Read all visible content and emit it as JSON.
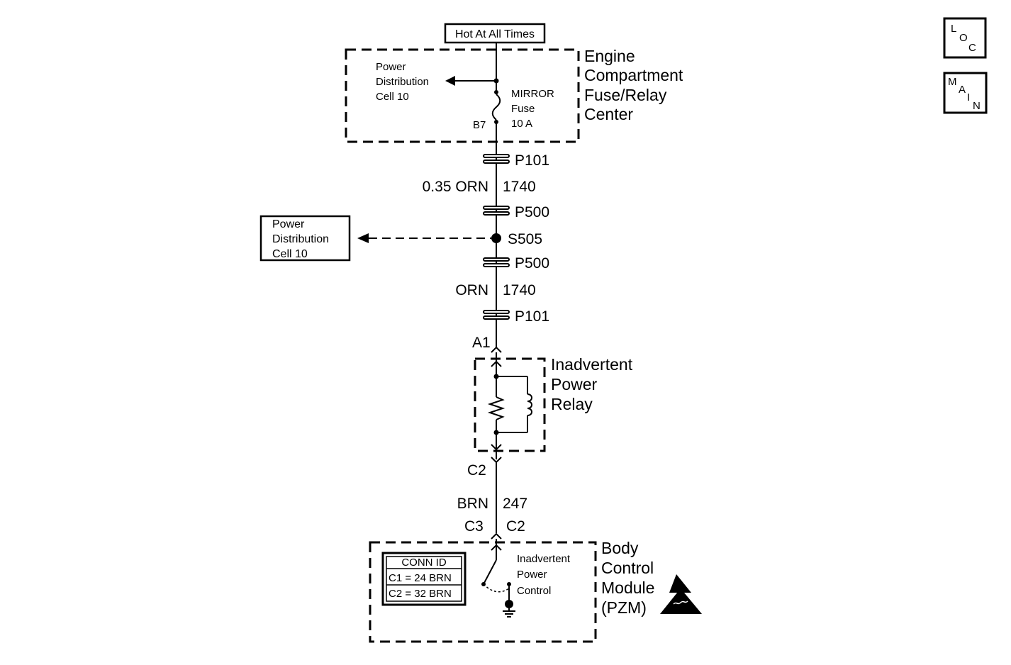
{
  "header": {
    "hot_label": "Hot At All Times"
  },
  "nav": {
    "loc": {
      "l1": "L",
      "l2": "O",
      "l3": "C"
    },
    "main": {
      "l1": "M",
      "l2": "A",
      "l3": "I",
      "l4": "N"
    }
  },
  "fuse_center": {
    "title": [
      "Engine",
      "Compartment",
      "Fuse/Relay",
      "Center"
    ],
    "power_dist": [
      "Power",
      "Distribution",
      "Cell 10"
    ],
    "fuse": [
      "MIRROR",
      "Fuse",
      "10 A"
    ],
    "terminal": "B7"
  },
  "wiring": {
    "p101_top": "P101",
    "wire1_gauge_color": "0.35 ORN",
    "wire1_circuit": "1740",
    "p500_top": "P500",
    "splice": "S505",
    "p500_bottom": "P500",
    "wire2_color": "ORN",
    "wire2_circuit": "1740",
    "p101_bottom": "P101",
    "pin_a1": "A1",
    "pin_c2": "C2",
    "wire3_color": "BRN",
    "wire3_circuit": "247",
    "pin_c3": "C3",
    "pin_c2_bcm": "C2"
  },
  "power_dist_ref": [
    "Power",
    "Distribution",
    "Cell 10"
  ],
  "relay": {
    "title": [
      "Inadvertent",
      "Power",
      "Relay"
    ]
  },
  "bcm": {
    "title": [
      "Body",
      "Control",
      "Module",
      "(PZM)"
    ],
    "control": [
      "Inadvertent",
      "Power",
      "Control"
    ],
    "conn_id": {
      "header": "CONN ID",
      "rows": [
        "C1 = 24 BRN",
        "C2 = 32 BRN"
      ]
    }
  }
}
